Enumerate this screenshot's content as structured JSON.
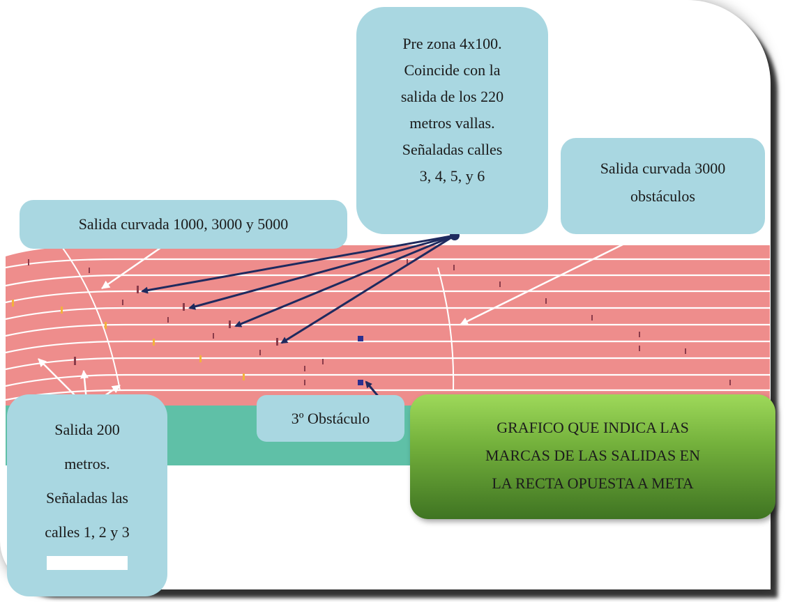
{
  "callouts": {
    "pre_zona": [
      "Pre zona 4x100.",
      "Coincide con la",
      "salida de los 220",
      "metros vallas.",
      "Señaladas calles",
      "3, 4, 5, y 6"
    ],
    "salida_1000": "Salida curvada 1000, 3000 y 5000",
    "salida_3000": [
      "Salida curvada 3000",
      "obstáculos"
    ],
    "salida_200": [
      "Salida 200",
      "metros.",
      "Señaladas las",
      "calles 1, 2 y 3"
    ],
    "obstaculo": "3º Obstáculo"
  },
  "title_box": [
    "GRAFICO QUE INDICA LAS",
    "MARCAS DE LAS SALIDAS EN",
    "LA RECTA OPUESTA A META"
  ],
  "colors": {
    "track": "#ee8d8c",
    "infield": "#5fc0a7",
    "callout": "#a9d7e1",
    "arrow": "#1f2a5e",
    "title_top": "#9ed95a",
    "title_bottom": "#3f7422"
  }
}
